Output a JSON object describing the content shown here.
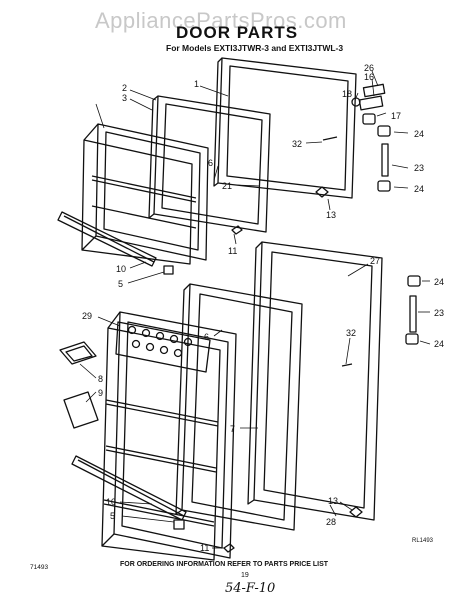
{
  "watermark": "AppliancePartsPros.com",
  "title": "DOOR PARTS",
  "subtitle": "For Models EXTI3JTWR-3 and EXTI3JTWL-3",
  "footer": "FOR ORDERING INFORMATION REFER TO PARTS PRICE LIST",
  "code_left": "71493",
  "code_right": "RL1493",
  "page_number": "19",
  "handwritten": "54-F-10",
  "callouts": [
    "26",
    "16",
    "18",
    "17",
    "1",
    "2",
    "3",
    "32",
    "24",
    "6",
    "21",
    "23",
    "24",
    "13",
    "11",
    "27",
    "24",
    "10",
    "5",
    "29",
    "23",
    "32",
    "6",
    "24",
    "8",
    "9",
    "7",
    "13",
    "28",
    "10",
    "5",
    "11"
  ]
}
